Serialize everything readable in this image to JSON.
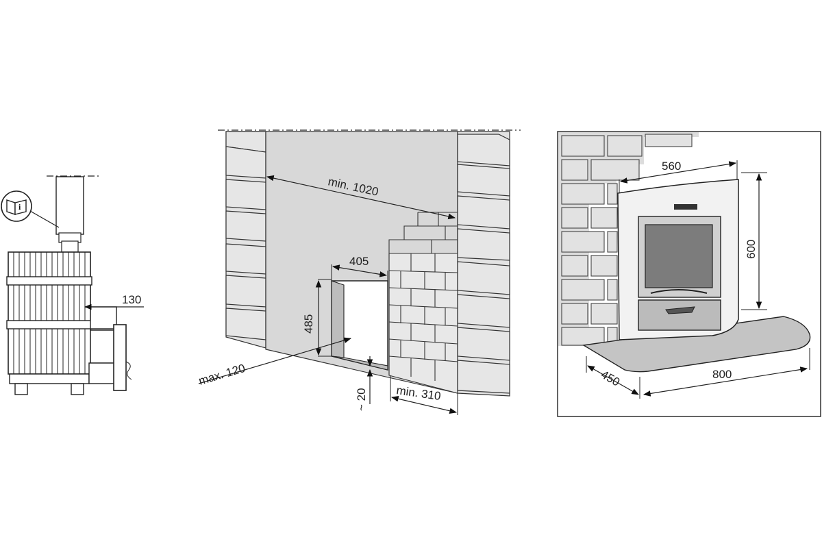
{
  "colors": {
    "line": "#222222",
    "wall_panel": "#d8d8d8",
    "brick": "#e6e6e6",
    "glass": "#7c7c7c",
    "hearth": "#c4c4c4",
    "frame": "#f0f0f0"
  },
  "icons": {
    "manual": "info-book-icon"
  },
  "heater_side": {
    "dim_130": "130"
  },
  "wall_opening": {
    "dim_min_1020": "min. 1020",
    "dim_405": "405",
    "dim_485": "485",
    "dim_max_120": "max. 120",
    "dim_20": "~ 20",
    "dim_min_310": "min. 310"
  },
  "fireplace_front": {
    "dim_560": "560",
    "dim_600": "600",
    "dim_450": "450",
    "dim_800": "800"
  }
}
